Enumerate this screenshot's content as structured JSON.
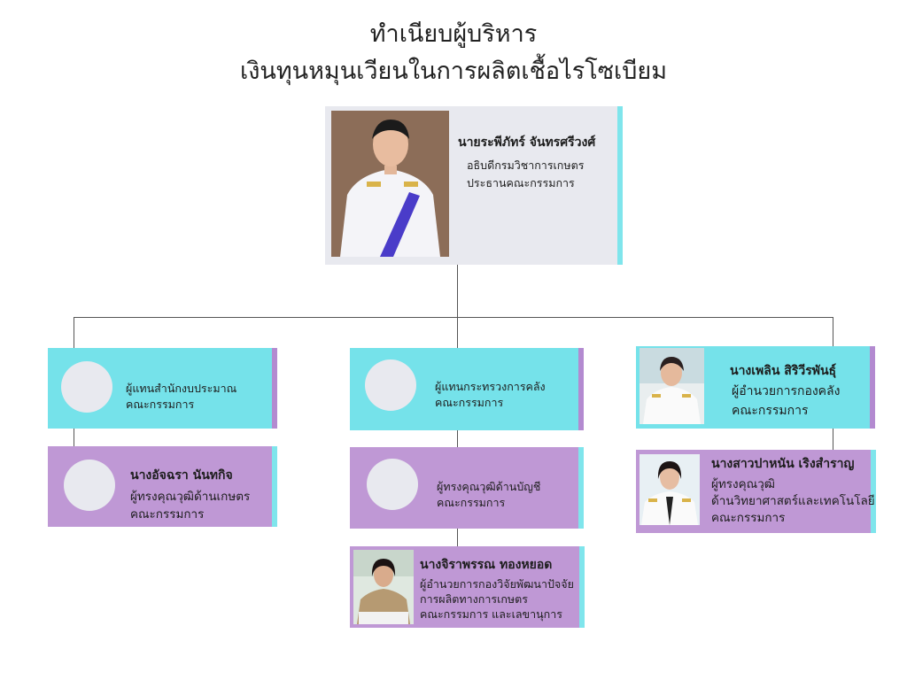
{
  "title": {
    "line1": "ทำเนียบผู้บริหาร",
    "line2": "เงินทุนหมุนเวียนในการผลิตเชื้อไรโซเบียม"
  },
  "chairman": {
    "name": "นายระพีภัทร์ จันทรศรีวงศ์",
    "role1": "อธิบดีกรมวิชาการเกษตร",
    "role2": "ประธานคณะกรรมการ"
  },
  "budget_rep": {
    "role1": "ผู้แทนสำนักงบประมาณ",
    "role2": "คณะกรรมการ"
  },
  "finance_rep": {
    "role1": "ผู้แทนกระทรวงการคลัง",
    "role2": "คณะกรรมการ"
  },
  "finance_director": {
    "name": "นางเพลิน  สิริวีรพันธุ์",
    "role1": "ผู้อำนวยการกองคลัง",
    "role2": "คณะกรรมการ"
  },
  "agri_expert": {
    "name": "นางอัจฉรา  นันทกิจ",
    "role1": "ผู้ทรงคุณวุฒิด้านเกษตร",
    "role2": "คณะกรรมการ"
  },
  "accounting_expert": {
    "role1": "ผู้ทรงคุณวุฒิด้านบัญชี",
    "role2": "คณะกรรมการ"
  },
  "science_expert": {
    "name": "นางสาวปาหนัน  เริงสำราญ",
    "role1": "ผู้ทรงคุณวุฒิ",
    "role2": "ด้านวิทยาศาสตร์และเทคโนโลยี",
    "role3": "คณะกรรมการ"
  },
  "secretary": {
    "name": "นางจิราพรรณ  ทองหยอด",
    "role1": "ผู้อำนวยการกองวิจัยพัฒนาปัจจัย",
    "role2": "การผลิตทางการเกษตร",
    "role3": "คณะกรรมการ และเลขานุการ"
  }
}
